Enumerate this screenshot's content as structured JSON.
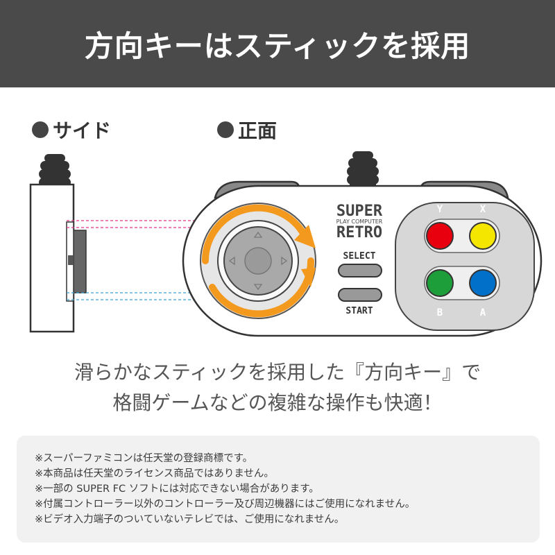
{
  "banner": {
    "title": "方向キーはスティックを採用"
  },
  "views": {
    "side": "サイド",
    "front": "正面"
  },
  "controller": {
    "logo_line1": "SUPER",
    "logo_line2": "PLAY COMPUTER",
    "logo_line3": "RETRO",
    "select_label": "SELECT",
    "start_label": "START",
    "button_y": "Y",
    "button_x": "X",
    "button_b": "B",
    "button_a": "A",
    "colors": {
      "y": "#e8000f",
      "x": "#f5e600",
      "b": "#1e9e3a",
      "a": "#0070c9",
      "arrow": "#f39a1e",
      "guide_top": "#e8338a",
      "guide_bottom": "#3aa0d8"
    }
  },
  "description": {
    "line1": "滑らかなスティックを採用した『方向キー』で",
    "line2": "格闘ゲームなどの複雑な操作も快適！"
  },
  "notes": [
    "※スーパーファミコンは任天堂の登録商標です。",
    "※本商品は任天堂のライセンス商品ではありません。",
    "※一部の SUPER FC ソフトには対応できない場合があります。",
    "※付属コントローラー以外のコントローラー及び周辺機器にはご使用になれません。",
    "※ビデオ入力端子のついていないテレビでは、ご使用になれません。"
  ]
}
